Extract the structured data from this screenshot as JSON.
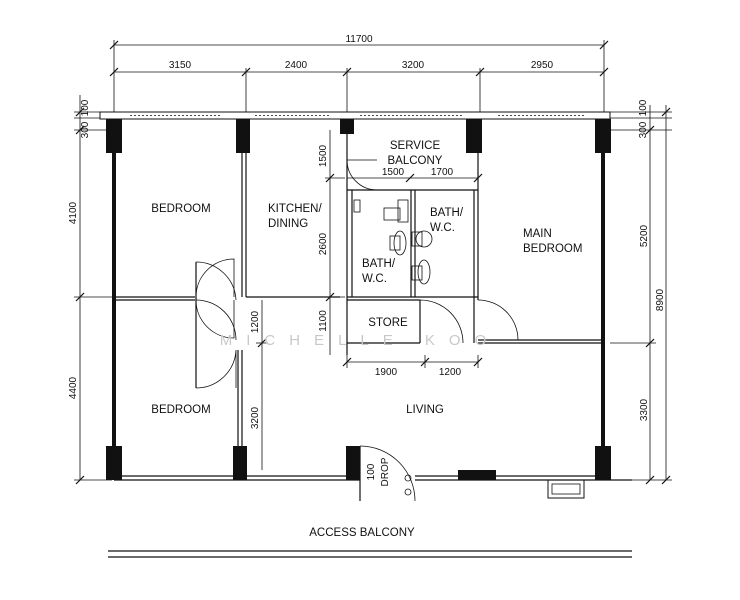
{
  "dimensions": {
    "overall_width": "11700",
    "top_segments": [
      "3150",
      "2400",
      "3200",
      "2950"
    ],
    "left_top_small": [
      "100",
      "300"
    ],
    "left_vertical": [
      "4100",
      "4400"
    ],
    "right_top_small": [
      "100",
      "300"
    ],
    "right_vertical": [
      "5200",
      "3300"
    ],
    "right_overall": "8900",
    "kitchen_vertical": [
      "1500",
      "2600",
      "1100"
    ],
    "balcony_split": [
      "1500",
      "1700"
    ],
    "corridor_vertical": [
      "1200",
      "3200"
    ],
    "store_bottom": [
      "1900",
      "1200"
    ],
    "drop": [
      "100",
      "DROP"
    ]
  },
  "rooms": {
    "bedroom_top": "BEDROOM",
    "kitchen": [
      "KITCHEN/",
      "DINING"
    ],
    "service_balcony": [
      "SERVICE",
      "BALCONY"
    ],
    "bath_right": [
      "BATH/",
      "W.C."
    ],
    "bath_left": [
      "BATH/",
      "W.C."
    ],
    "main_bedroom": [
      "MAIN",
      "BEDROOM"
    ],
    "store": "STORE",
    "bedroom_bottom": "BEDROOM",
    "living": "LIVING",
    "access_balcony": "ACCESS BALCONY"
  },
  "watermark": "MICHELLE KOO"
}
